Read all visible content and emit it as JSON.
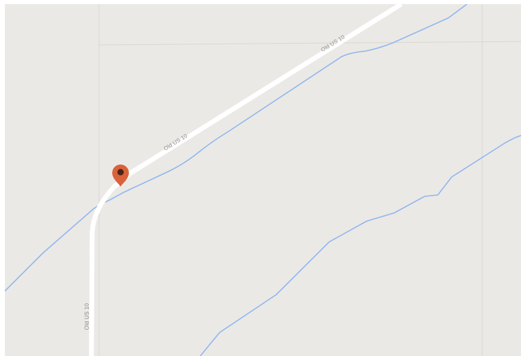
{
  "map": {
    "colors": {
      "land": "#ebe9e5",
      "road": "#ffffff",
      "boundary": "#d7d5d0",
      "waterway": "#8fb6f0",
      "marker": "#d9623a",
      "marker_dot": "#4a2418"
    },
    "roads": [
      {
        "name": "Old US 10",
        "labels": [
          "Old US 10",
          "Old US 10",
          "Old US 10"
        ]
      }
    ],
    "marker": {
      "icon": "map-pin-icon"
    }
  }
}
